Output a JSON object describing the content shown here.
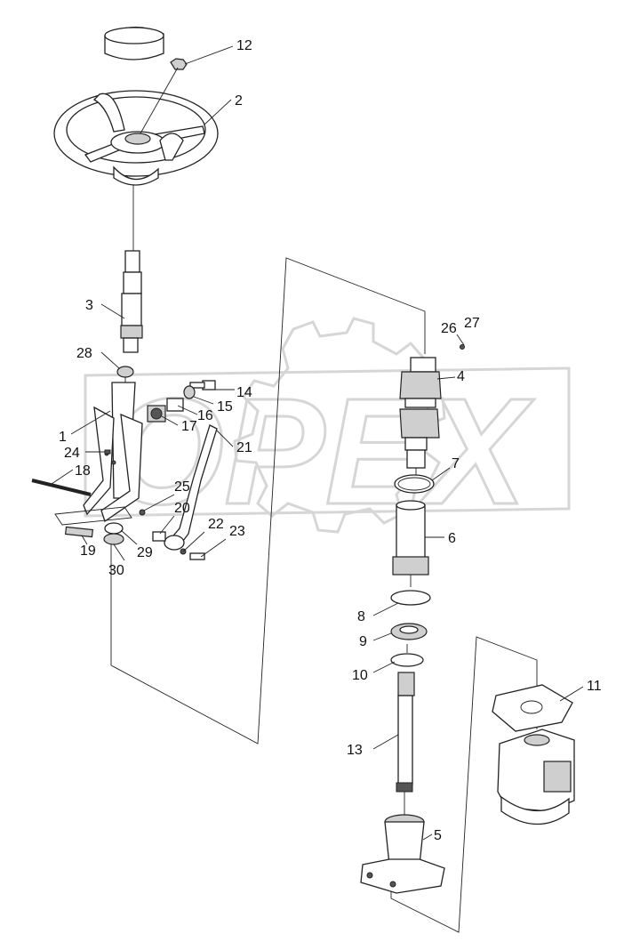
{
  "watermark": {
    "brand": "OPEX"
  },
  "callouts": [
    {
      "id": "c1",
      "text": "1"
    },
    {
      "id": "c2",
      "text": "2"
    },
    {
      "id": "c3",
      "text": "3"
    },
    {
      "id": "c4",
      "text": "4"
    },
    {
      "id": "c5",
      "text": "5"
    },
    {
      "id": "c6",
      "text": "6"
    },
    {
      "id": "c7",
      "text": "7"
    },
    {
      "id": "c8",
      "text": "8"
    },
    {
      "id": "c9",
      "text": "9"
    },
    {
      "id": "c10",
      "text": "10"
    },
    {
      "id": "c11",
      "text": "11"
    },
    {
      "id": "c12",
      "text": "12"
    },
    {
      "id": "c13",
      "text": "13"
    },
    {
      "id": "c14",
      "text": "14"
    },
    {
      "id": "c15",
      "text": "15"
    },
    {
      "id": "c16",
      "text": "16"
    },
    {
      "id": "c17",
      "text": "17"
    },
    {
      "id": "c18",
      "text": "18"
    },
    {
      "id": "c19",
      "text": "19"
    },
    {
      "id": "c20",
      "text": "20"
    },
    {
      "id": "c21",
      "text": "21"
    },
    {
      "id": "c22",
      "text": "22"
    },
    {
      "id": "c23",
      "text": "23"
    },
    {
      "id": "c24",
      "text": "24"
    },
    {
      "id": "c25",
      "text": "25"
    },
    {
      "id": "c26",
      "text": "26"
    },
    {
      "id": "c27",
      "text": "27"
    },
    {
      "id": "c28",
      "text": "28"
    },
    {
      "id": "c29",
      "text": "29"
    },
    {
      "id": "c30",
      "text": "30"
    }
  ]
}
